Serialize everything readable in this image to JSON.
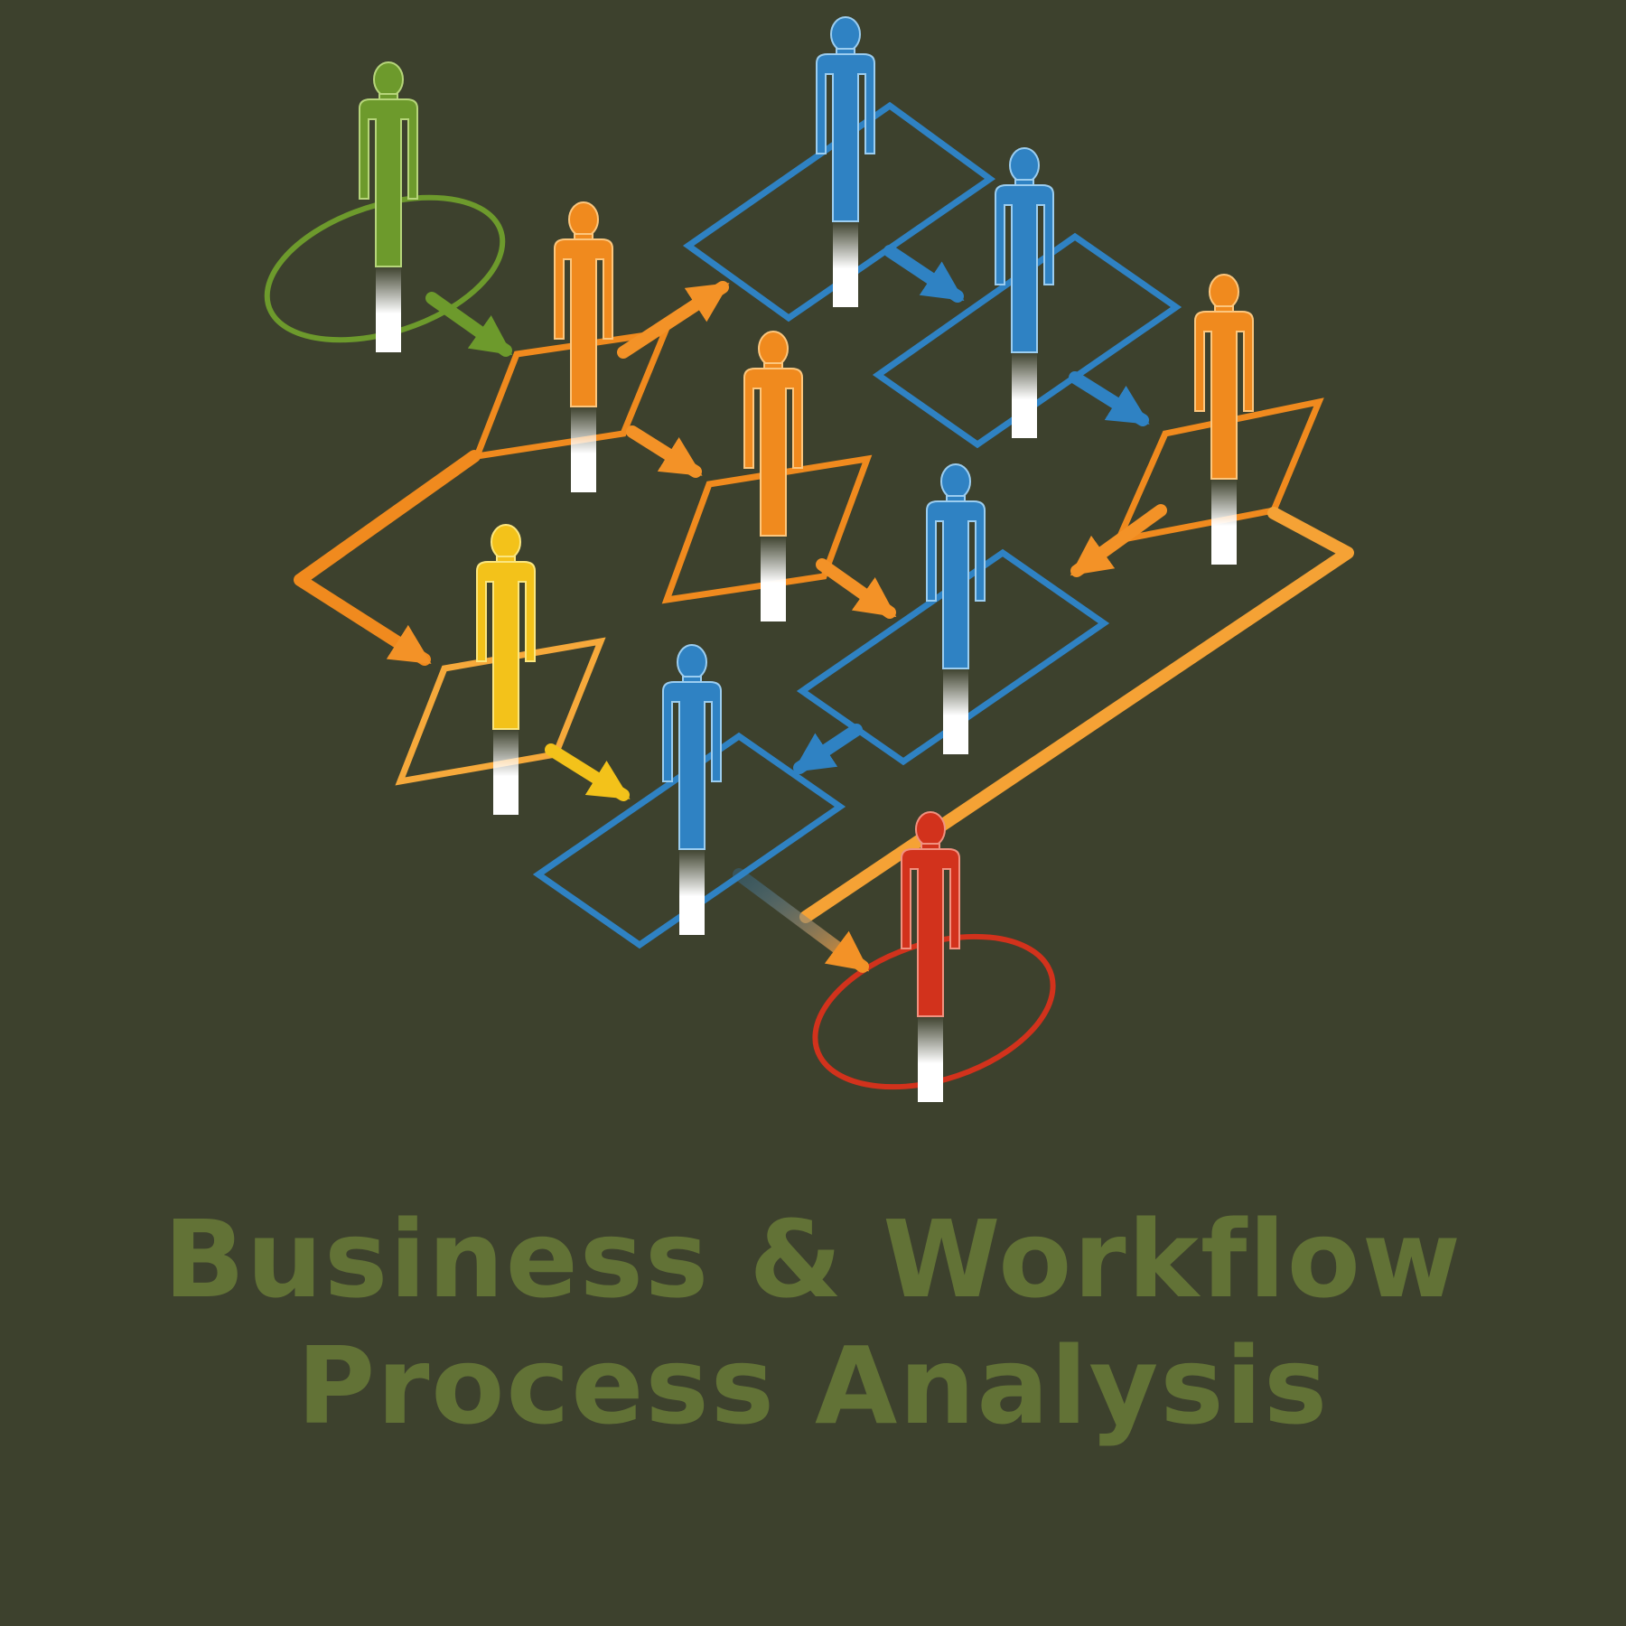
{
  "title": {
    "line1": "Business & Workflow",
    "line2": "Process Analysis",
    "color": "#627236"
  },
  "colors": {
    "background": "#3d412d",
    "green": "#6d9a2c",
    "orange": "#f08a1e",
    "yellow": "#f3c21a",
    "blue": "#2f82c3",
    "red": "#d2321c"
  },
  "figures": [
    {
      "id": "start",
      "color": "green"
    },
    {
      "id": "step-a",
      "color": "orange"
    },
    {
      "id": "step-b",
      "color": "blue"
    },
    {
      "id": "step-c",
      "color": "blue"
    },
    {
      "id": "step-d",
      "color": "orange"
    },
    {
      "id": "step-e",
      "color": "orange"
    },
    {
      "id": "step-f",
      "color": "yellow"
    },
    {
      "id": "step-g",
      "color": "blue"
    },
    {
      "id": "step-h",
      "color": "blue"
    },
    {
      "id": "end",
      "color": "red"
    }
  ],
  "connectors": [
    {
      "from": "start",
      "to": "step-a",
      "color": "green"
    },
    {
      "from": "step-a",
      "to": "step-b",
      "color": "orange"
    },
    {
      "from": "step-a",
      "to": "step-e",
      "color": "orange"
    },
    {
      "from": "step-a",
      "to": "step-f",
      "color": "orange"
    },
    {
      "from": "step-b",
      "to": "step-c",
      "color": "blue"
    },
    {
      "from": "step-c",
      "to": "step-d",
      "color": "blue"
    },
    {
      "from": "step-d",
      "to": "step-g",
      "color": "orange"
    },
    {
      "from": "step-d",
      "to": "end",
      "color": "orange"
    },
    {
      "from": "step-e",
      "to": "step-g",
      "color": "orange"
    },
    {
      "from": "step-g",
      "to": "step-h",
      "color": "blue"
    },
    {
      "from": "step-f",
      "to": "step-h",
      "color": "yellow"
    },
    {
      "from": "step-h",
      "to": "end",
      "color": "orange"
    }
  ]
}
